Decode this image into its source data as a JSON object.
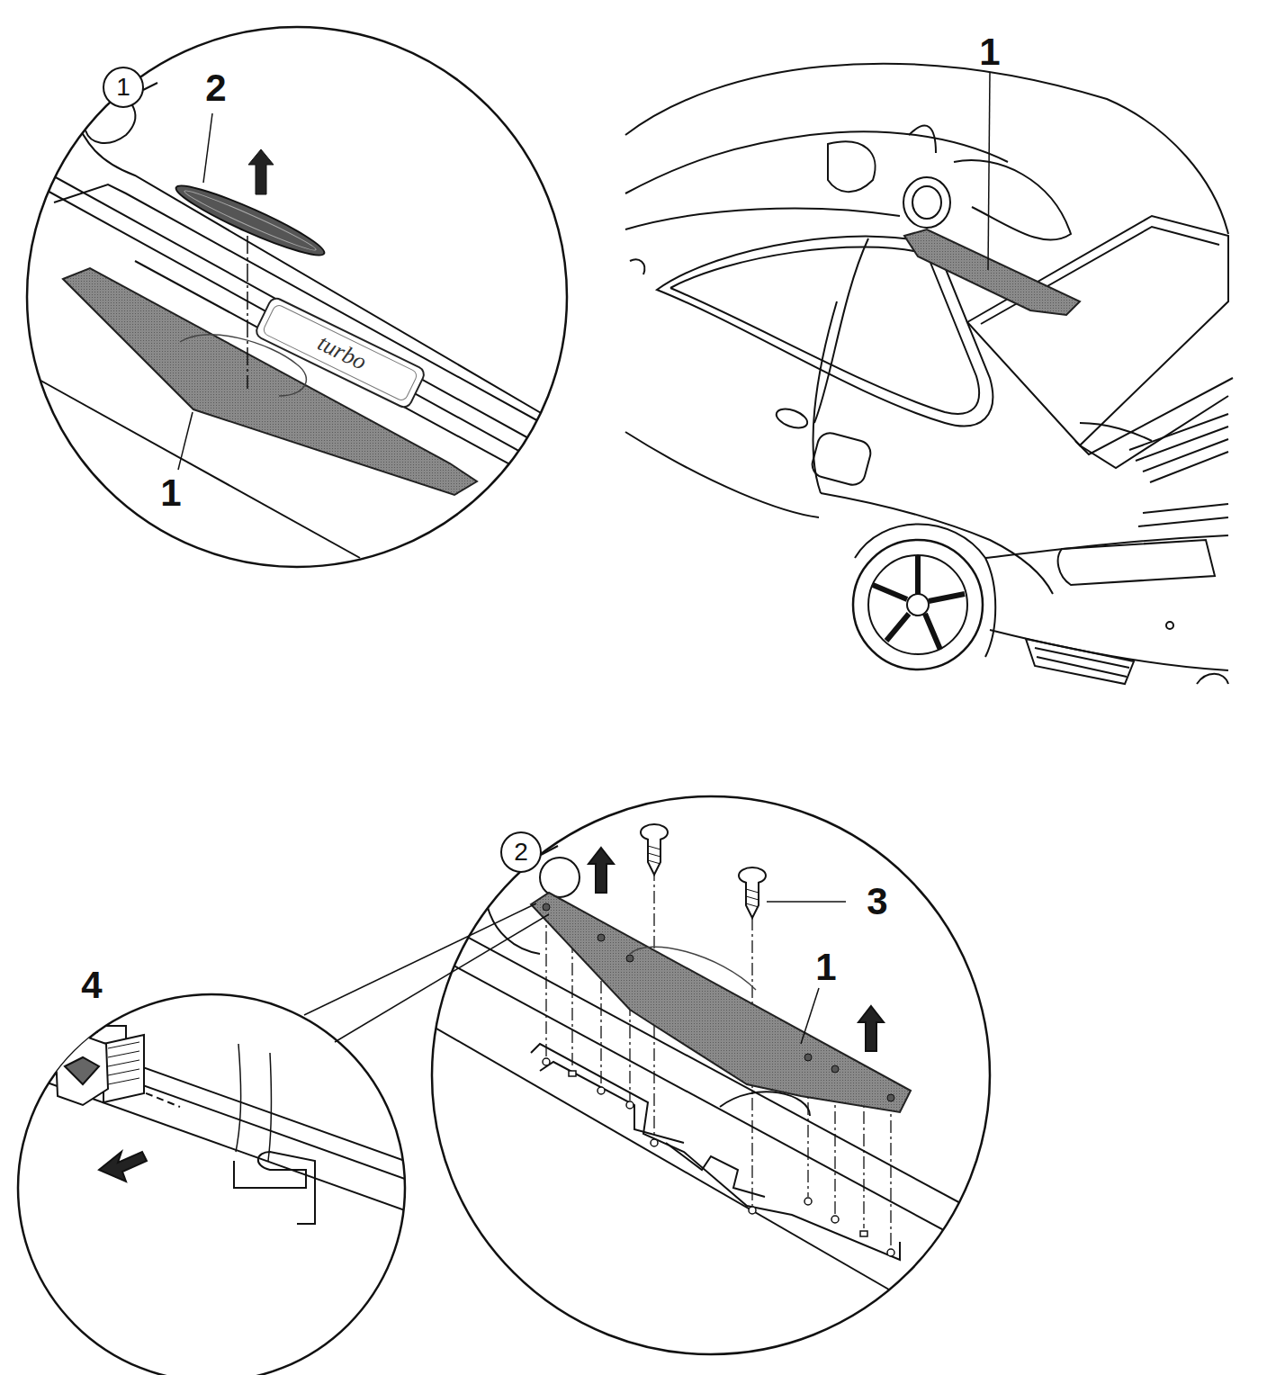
{
  "diagram": {
    "nodes": [
      {
        "text": [
          "1"
        ]
      },
      {
        "text": [
          "2"
        ]
      }
    ],
    "labels": [
      "2",
      "1",
      "turbo",
      "1",
      "3",
      "1",
      "4"
    ]
  }
}
